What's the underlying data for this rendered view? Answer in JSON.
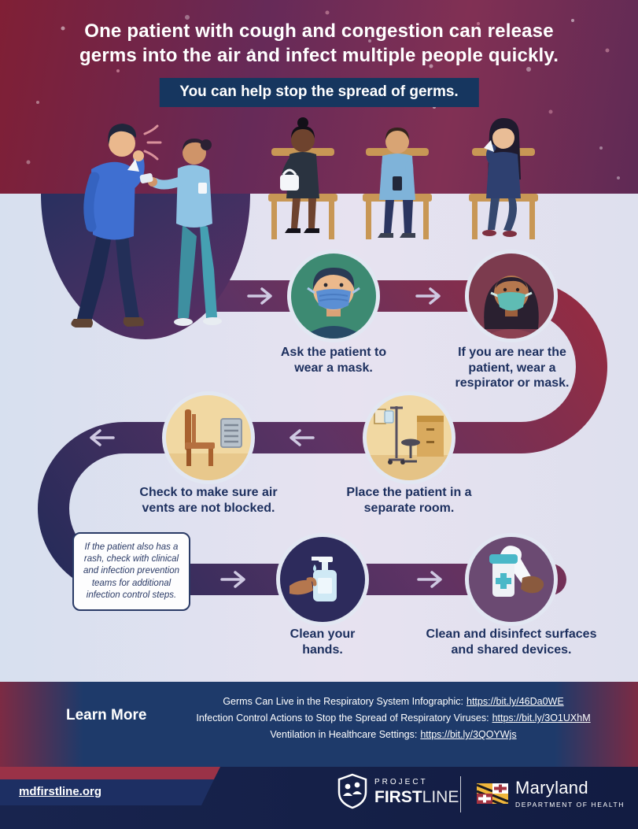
{
  "header": {
    "title_line1": "One patient with cough and congestion can release",
    "title_line2": "germs into the air and infect multiple people quickly.",
    "banner": "You can help stop the spread of germs."
  },
  "steps": [
    {
      "label": "Ask the patient to wear a mask.",
      "icon": "masked-patient-icon",
      "circle_color": "#3d8a72"
    },
    {
      "label": "If you are near the patient, wear a respirator or mask.",
      "icon": "masked-worker-icon",
      "circle_color": "#7c3b4e"
    },
    {
      "label": "Place the patient in a separate room.",
      "icon": "exam-room-icon",
      "circle_color": "#f1d8a2"
    },
    {
      "label": "Check to make sure air vents are not blocked.",
      "icon": "chair-vent-icon",
      "circle_color": "#f1d8a2"
    },
    {
      "label": "Clean your hands.",
      "icon": "hand-sanitizer-icon",
      "circle_color": "#2d2b5c"
    },
    {
      "label": "Clean and disinfect surfaces and shared devices.",
      "icon": "disinfecting-wipes-icon",
      "circle_color": "#6b4a72"
    }
  ],
  "callout": "If the patient also has a rash, check with clinical and infection prevention teams for additional infection control steps.",
  "learn_more": {
    "label": "Learn More",
    "resources": [
      {
        "label": "Germs Can Live in the Respiratory System Infographic:",
        "url": "https://bit.ly/46Da0WE"
      },
      {
        "label": "Infection Control Actions to Stop the Spread of Respiratory Viruses:",
        "url": "https://bit.ly/3O1UXhM"
      },
      {
        "label": "Ventilation in Healthcare Settings:",
        "url": "https://bit.ly/3QOYWjs"
      }
    ]
  },
  "footer": {
    "website": "mdfirstline.org",
    "project_firstline": {
      "project": "PROJECT",
      "first": "FIRST",
      "line": "LINE"
    },
    "maryland": {
      "name": "Maryland",
      "department": "DEPARTMENT OF HEALTH"
    }
  },
  "colors": {
    "header_maroon": "#801f35",
    "header_purple": "#662a58",
    "banner_navy": "#16365f",
    "text_navy": "#1c2f5e",
    "light_background": "#dfe4f1",
    "path_navy": "#1f2a58",
    "path_red": "#9c2b3d",
    "learn_more_navy": "#1e3a6a",
    "footer_navy": "#131f47",
    "ribbon_red": "#9a3247"
  }
}
